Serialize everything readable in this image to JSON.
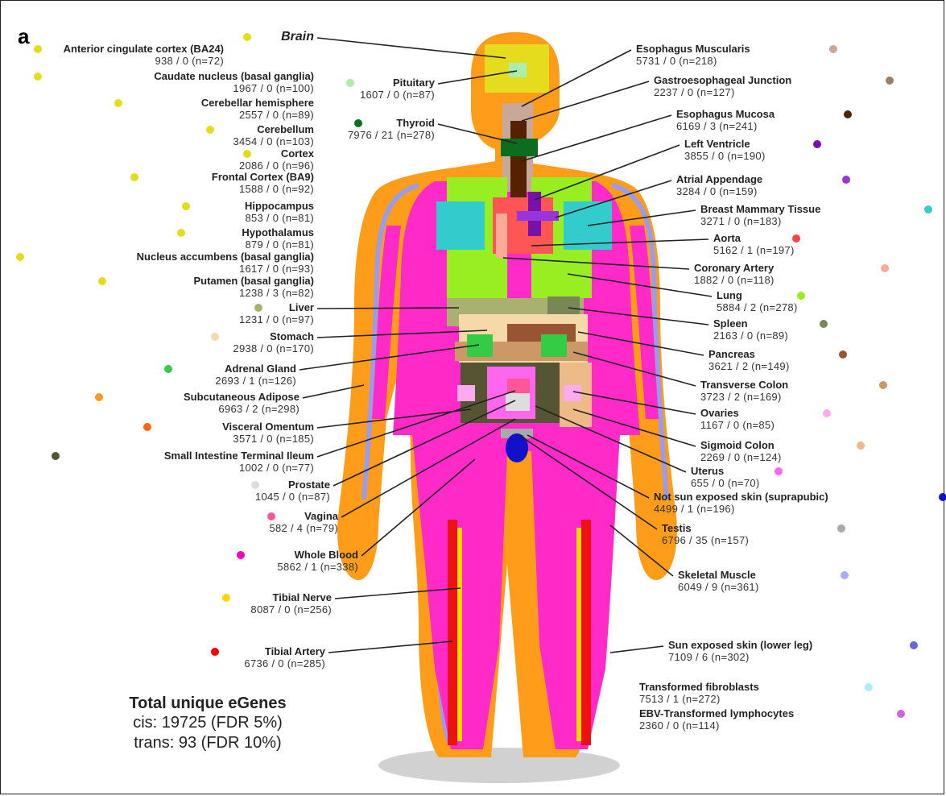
{
  "panel_label": "a",
  "summary": {
    "title": "Total unique eGenes",
    "cis": "cis: 19725 (FDR 5%)",
    "trans": "trans: 93 (FDR 10%)"
  },
  "tissues": [
    {
      "name": "Brain",
      "stats": "",
      "color": "#e6dc1e",
      "side": "left"
    },
    {
      "name": "Anterior cingulate cortex (BA24)",
      "stats": "938 / 0 (n=72)",
      "color": "#e6dc1e",
      "side": "left"
    },
    {
      "name": "Caudate nucleus (basal ganglia)",
      "stats": "1967 / 0 (n=100)",
      "color": "#e6dc1e",
      "side": "left"
    },
    {
      "name": "Cerebellar hemisphere",
      "stats": "2557 / 0 (n=89)",
      "color": "#e6dc1e",
      "side": "left"
    },
    {
      "name": "Cerebellum",
      "stats": "3454 / 0 (n=103)",
      "color": "#e6dc1e",
      "side": "left"
    },
    {
      "name": "Cortex",
      "stats": "2086 / 0 (n=96)",
      "color": "#e6dc1e",
      "side": "left"
    },
    {
      "name": "Frontal Cortex (BA9)",
      "stats": "1588 / 0 (n=92)",
      "color": "#e6dc1e",
      "side": "left"
    },
    {
      "name": "Hippocampus",
      "stats": "853 / 0 (n=81)",
      "color": "#e6dc1e",
      "side": "left"
    },
    {
      "name": "Hypothalamus",
      "stats": "879 / 0 (n=81)",
      "color": "#e6dc1e",
      "side": "left"
    },
    {
      "name": "Nucleus accumbens (basal ganglia)",
      "stats": "1617 / 0 (n=93)",
      "color": "#e6dc1e",
      "side": "left"
    },
    {
      "name": "Putamen (basal ganglia)",
      "stats": "1238 / 3 (n=82)",
      "color": "#e6dc1e",
      "side": "left"
    },
    {
      "name": "Pituitary",
      "stats": "1607 / 0 (n=87)",
      "color": "#aaeeaa",
      "side": "left"
    },
    {
      "name": "Thyroid",
      "stats": "7976 / 21 (n=278)",
      "color": "#0a6e1e",
      "side": "left"
    },
    {
      "name": "Liver",
      "stats": "1231 / 0 (n=97)",
      "color": "#aab070",
      "side": "left"
    },
    {
      "name": "Stomach",
      "stats": "2938 / 0 (n=170)",
      "color": "#f5d9a8",
      "side": "left"
    },
    {
      "name": "Adrenal Gland",
      "stats": "2693 / 1 (n=126)",
      "color": "#33cc44",
      "side": "left"
    },
    {
      "name": "Subcutaneous Adipose",
      "stats": "6963 / 2 (n=298)",
      "color": "#ff9922",
      "side": "left"
    },
    {
      "name": "Visceral Omentum",
      "stats": "3571 / 0 (n=185)",
      "color": "#ff6611",
      "side": "left"
    },
    {
      "name": "Small Intestine Terminal Ileum",
      "stats": "1002 / 0 (n=77)",
      "color": "#555533",
      "side": "left"
    },
    {
      "name": "Prostate",
      "stats": "1045 / 0 (n=87)",
      "color": "#dddddd",
      "side": "left"
    },
    {
      "name": "Vagina",
      "stats": "582 / 4 (n=79)",
      "color": "#ff5599",
      "side": "left"
    },
    {
      "name": "Whole Blood",
      "stats": "5862 / 1 (n=338)",
      "color": "#ff00bb",
      "side": "left"
    },
    {
      "name": "Tibial Nerve",
      "stats": "8087 / 0 (n=256)",
      "color": "#ffd700",
      "side": "left"
    },
    {
      "name": "Tibial Artery",
      "stats": "6736 / 0 (n=285)",
      "color": "#ff0000",
      "side": "left"
    },
    {
      "name": "Esophagus Muscularis",
      "stats": "5731 / 0 (n=218)",
      "color": "#c8a898",
      "side": "right"
    },
    {
      "name": "Gastroesophageal Junction",
      "stats": "2237 / 0 (n=127)",
      "color": "#998066",
      "side": "right"
    },
    {
      "name": "Esophagus Mucosa",
      "stats": "6169 / 3 (n=241)",
      "color": "#552200",
      "side": "right"
    },
    {
      "name": "Left Ventricle",
      "stats": "3855 / 0 (n=190)",
      "color": "#7711aa",
      "side": "right"
    },
    {
      "name": "Atrial Appendage",
      "stats": "3284 / 0 (n=159)",
      "color": "#9933dd",
      "side": "right"
    },
    {
      "name": "Breast Mammary Tissue",
      "stats": "3271 / 0 (n=183)",
      "color": "#33cccc",
      "side": "right"
    },
    {
      "name": "Aorta",
      "stats": "5162 / 1 (n=197)",
      "color": "#ff4444",
      "side": "right"
    },
    {
      "name": "Coronary Artery",
      "stats": "1882 / 0 (n=118)",
      "color": "#ffaa99",
      "side": "right"
    },
    {
      "name": "Lung",
      "stats": "5884 / 2 (n=278)",
      "color": "#99ee22",
      "side": "right"
    },
    {
      "name": "Spleen",
      "stats": "2163 / 0 (n=89)",
      "color": "#778855",
      "side": "right"
    },
    {
      "name": "Pancreas",
      "stats": "3621 / 2 (n=149)",
      "color": "#995533",
      "side": "right"
    },
    {
      "name": "Transverse Colon",
      "stats": "3723 / 2 (n=169)",
      "color": "#cc9966",
      "side": "right"
    },
    {
      "name": "Ovaries",
      "stats": "1167 / 0 (n=85)",
      "color": "#ffaaee",
      "side": "right"
    },
    {
      "name": "Sigmoid Colon",
      "stats": "2269 / 0 (n=124)",
      "color": "#eebb88",
      "side": "right"
    },
    {
      "name": "Uterus",
      "stats": "655 / 0 (n=70)",
      "color": "#ff66ee",
      "side": "right"
    },
    {
      "name": "Not sun exposed skin (suprapubic)",
      "stats": "4499 / 1 (n=196)",
      "color": "#1111cc",
      "side": "right"
    },
    {
      "name": "Testis",
      "stats": "6796 / 35 (n=157)",
      "color": "#aaaaaa",
      "side": "right"
    },
    {
      "name": "Skeletal Muscle",
      "stats": "6049 / 9 (n=361)",
      "color": "#aaaaff",
      "side": "right"
    },
    {
      "name": "Sun exposed skin (lower leg)",
      "stats": "7109 / 6 (n=302)",
      "color": "#6666dd",
      "side": "right"
    },
    {
      "name": "Transformed fibroblasts",
      "stats": "7513 / 1 (n=272)",
      "color": "#aaeeff",
      "side": "right"
    },
    {
      "name": "EBV-Transformed lymphocytes",
      "stats": "2360 / 0 (n=114)",
      "color": "#cc66dd",
      "side": "right"
    }
  ]
}
